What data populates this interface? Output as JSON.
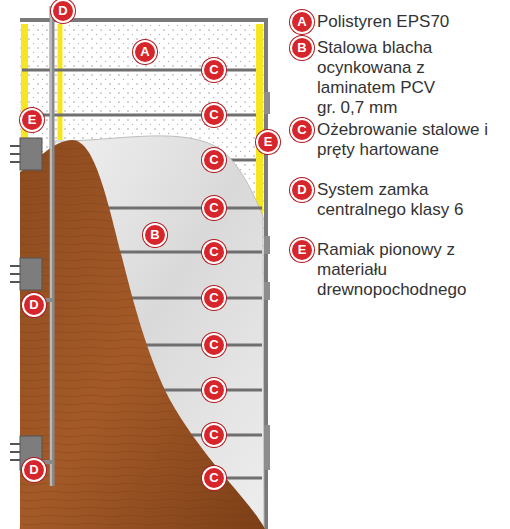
{
  "diagram": {
    "labels": [
      "D",
      "A",
      "C",
      "E",
      "C",
      "E",
      "C",
      "C",
      "B",
      "C",
      "C",
      "D",
      "C",
      "C",
      "C",
      "D",
      "C",
      "A",
      "Polistyren EPS70",
      "B",
      "Stalowa blacha ocynkowana z laminatem PCV gr. 0,7 mm",
      "C",
      "Ożebrowanie stalowe i pręty hartowane",
      "D",
      "System zamka centralnego klasy 6",
      "E",
      "Ramiak pionowy z materiału drewnopochodnego"
    ]
  }
}
